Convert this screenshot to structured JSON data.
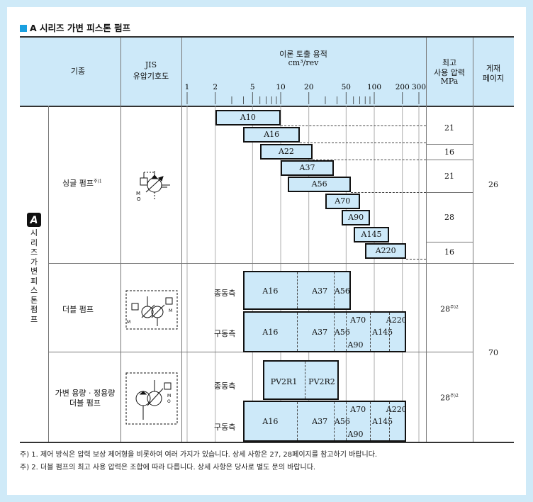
{
  "title": "A 시리즈 가변 피스톤 펌프",
  "header": {
    "col_model": "기종",
    "col_jis_line1": "JIS",
    "col_jis_line2": "유압기호도",
    "col_disp_line1": "이론 토출 용적",
    "col_disp_line2": "cm³/rev",
    "col_pressure_line1": "최고",
    "col_pressure_line2": "사용 압력",
    "col_pressure_line3": "MPa",
    "col_page_line1": "게재",
    "col_page_line2": "페이지"
  },
  "scale_ticks": [
    "1",
    "2",
    "5",
    "10",
    "20",
    "50",
    "100",
    "200",
    "300"
  ],
  "series_label": "시리즈 가변 피스톤 펌프",
  "rows": {
    "single": {
      "label": "싱글 펌프",
      "note_mark": "주)1"
    },
    "double": {
      "label": "더블 펌프",
      "driven": "종동측",
      "driving": "구동측",
      "pressure": "28",
      "note_mark": "주)2"
    },
    "variable": {
      "label_line1": "가변 용량 · 정용량",
      "label_line2": "더블 펌프",
      "driven": "종동측",
      "driving": "구동측",
      "pressure": "28",
      "note_mark": "주)2"
    }
  },
  "single_bars": [
    {
      "name": "A10",
      "min": 2,
      "max": 10,
      "pressure": "21"
    },
    {
      "name": "A16",
      "min": 4,
      "max": 16,
      "pressure": "16"
    },
    {
      "name": "A22",
      "min": 6,
      "max": 22,
      "pressure": "21"
    },
    {
      "name": "A37",
      "min": 10,
      "max": 37,
      "pressure": ""
    },
    {
      "name": "A56",
      "min": 12,
      "max": 56,
      "pressure": "28"
    },
    {
      "name": "A70",
      "min": 30,
      "max": 70,
      "pressure": ""
    },
    {
      "name": "A90",
      "min": 45,
      "max": 90,
      "pressure": ""
    },
    {
      "name": "A145",
      "min": 60,
      "max": 145,
      "pressure": ""
    },
    {
      "name": "A220",
      "min": 80,
      "max": 220,
      "pressure": "16"
    }
  ],
  "combo_labels": {
    "A16": "A16",
    "A37": "A37",
    "A56": "A56",
    "A70": "A70",
    "A90": "A90",
    "A145": "A145",
    "A220": "A220",
    "PV2R1": "PV2R1",
    "PV2R2": "PV2R2"
  },
  "page_refs": [
    "26",
    "70"
  ],
  "notes": [
    "주) 1. 제어 방식은 압력 보상 제어형을 비롯하여 여러 가지가 있습니다. 상세 사항은 27, 28페이지를 참고하기 바랍니다.",
    "주) 2. 더블 펌프의 최고 사용 압력은 조합에 따라 다릅니다. 상세 사항은 당사로 별도 문의 바랍니다."
  ]
}
